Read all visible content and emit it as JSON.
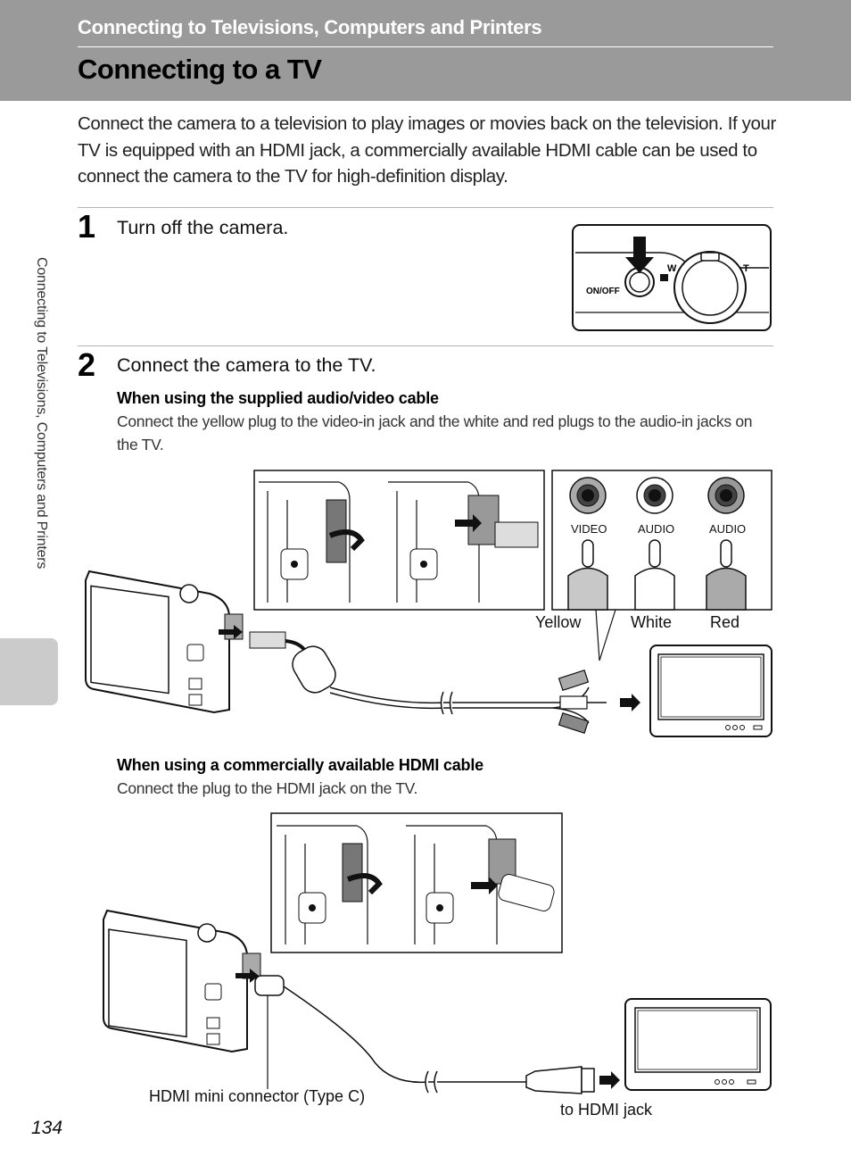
{
  "header": {
    "section_title": "Connecting to Televisions, Computers and Printers",
    "page_title": "Connecting to a TV",
    "background_color": "#9a9a9a"
  },
  "intro": "Connect the camera to a television to play images or movies back on the television. If your TV is equipped with an HDMI jack, a commercially available HDMI cable can be used to connect the camera to the TV for high-definition display.",
  "side_tab": {
    "label": "Connecting to Televisions, Computers and Printers"
  },
  "steps": [
    {
      "number": "1",
      "text": "Turn off the camera.",
      "illustration": {
        "power_label": "ON/OFF",
        "zoom_wide": "W",
        "zoom_tele": "T"
      }
    },
    {
      "number": "2",
      "text": "Connect the camera to the TV.",
      "subsections": [
        {
          "heading": "When using the supplied audio/video cable",
          "text": "Connect the yellow plug to the video-in jack and the white and red plugs to the audio-in jacks on the TV.",
          "jacks": [
            "VIDEO",
            "AUDIO",
            "AUDIO"
          ],
          "plug_labels": [
            "Yellow",
            "White",
            "Red"
          ]
        },
        {
          "heading": "When using a commercially available HDMI cable",
          "text": "Connect the plug to the HDMI jack on the TV.",
          "connector_label": "HDMI mini connector (Type C)",
          "jack_label": "to HDMI jack"
        }
      ]
    }
  ],
  "page_number": "134"
}
